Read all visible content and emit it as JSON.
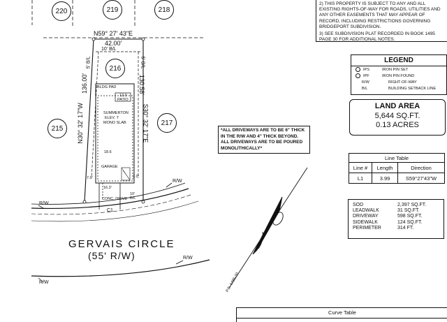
{
  "notes": {
    "note2": "2) THIS PROPERTY IS SUBJECT TO ANY AND ALL EXISTING RIGHTS-OF-WAY FOR ROADS, UTILITIES AND ANY OTHER EASEMENTS THAT MAY APPEAR OF RECORD, INCLUDING RESTRICTIONS GOVERNING BRIDGEPORT SUBDIVISION.",
    "note3": "3) SEE SUBDIVISION PLAT RECORDED IN BOOK 1495 PAGE 30 FOR ADDITIONAL NOTES."
  },
  "legend": {
    "title": "LEGEND",
    "items": [
      {
        "code": "IPS",
        "desc": "IRON PIN SET"
      },
      {
        "code": "IPF",
        "desc": "IRON PIN FOUND"
      },
      {
        "code": "R/W",
        "desc": "RIGHT-OF-WAY"
      },
      {
        "code": "B/L",
        "desc": "BUILDING SETBACK LINE"
      }
    ]
  },
  "land_area": {
    "title": "LAND AREA",
    "sqft": "5,644 SQ.FT.",
    "acres": "0.13 ACRES"
  },
  "line_table": {
    "title": "Line Table",
    "headers": [
      "Line #",
      "Length",
      "Direction"
    ],
    "rows": [
      [
        "L1",
        "3.99",
        "S59°27'43\"W"
      ]
    ]
  },
  "quantities": [
    {
      "name": "SOD",
      "value": "2,397 SQ.FT."
    },
    {
      "name": "LEADWALK",
      "value": "31 SQ.FT."
    },
    {
      "name": "DRIVEWAY",
      "value": "598 SQ.FT."
    },
    {
      "name": "SIDEWALK",
      "value": "124 SQ.FT."
    },
    {
      "name": "PERIMETER",
      "value": "314 FT."
    }
  ],
  "driveway_note": "*ALL DRIVEWAYS ARE TO BE 6\" THICK IN THE R/W AND 4\" THICK BEYOND. ALL DRIVEWAYS ARE TO BE POURED MONOLITHICALLY*",
  "curve_table": {
    "title": "Curve Table"
  },
  "lots": {
    "l220": "220",
    "l219": "219",
    "l218": "218",
    "l216": "216",
    "l215": "215",
    "l217": "217"
  },
  "plat": {
    "top_bearing": "N59° 27' 43\"E",
    "top_distance": "42.00'",
    "bl_top": "10' B/L",
    "bl_side_left": "5' B/L",
    "bl_side_right": "5' B/L",
    "left_bearing": "N30° 32' 17\"W",
    "left_distance": "136.00'",
    "right_bearing": "S30° 32' 17\"E",
    "right_distance": "130.58'",
    "bldg_pad": "BLDG PAD",
    "patio_dim": "12.0",
    "patio": "PATIO",
    "house_lines": [
      "SUMMERTON",
      "ELEV. 'I'",
      "MONO SLAB"
    ],
    "garage_dim": "18.6",
    "garage": "GARAGE",
    "dim_7a": "7.0'",
    "dim_7b": "7.0'",
    "dim_16": "16.3'",
    "bl_front": "10'\nB/L",
    "conc_drive": "CONC. DRIVE",
    "c1": "C1",
    "rw1": "R/W",
    "rw2": "R/W",
    "rw3": "R/W",
    "rw4": "R/W",
    "street": "GERVAIS CIRCLE",
    "street_rw": "(55' R/W)",
    "north_ref": "P.B. 1495-30"
  }
}
